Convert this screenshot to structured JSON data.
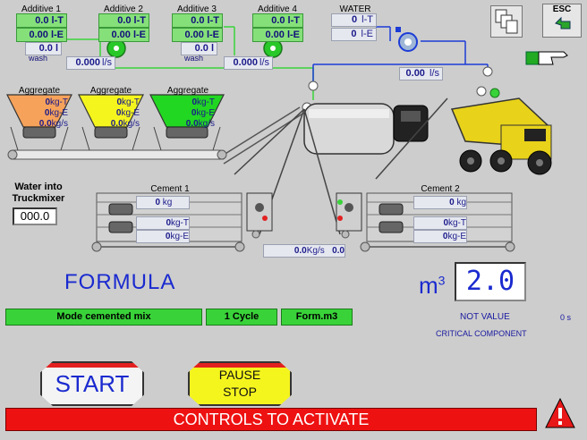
{
  "additives": [
    {
      "title": "Additive 1",
      "lt": "0.0",
      "lt_unit": "l-T",
      "le": "0.00",
      "le_unit": "l-E",
      "l": "0.0",
      "l_unit": "l",
      "note": "wash"
    },
    {
      "title": "Additive 2",
      "lt": "0.0",
      "lt_unit": "l-T",
      "le": "0.00",
      "le_unit": "l-E"
    },
    {
      "title": "Additive 3",
      "lt": "0.0",
      "lt_unit": "l-T",
      "le": "0.00",
      "le_unit": "l-E",
      "l": "0.0",
      "l_unit": "l",
      "note": "wash"
    },
    {
      "title": "Additive 4",
      "lt": "0.0",
      "lt_unit": "l-T",
      "le": "0.00",
      "le_unit": "l-E"
    }
  ],
  "additive_flows": [
    {
      "value": "0.000",
      "unit": "l/s"
    },
    {
      "value": "0.000",
      "unit": "l/s"
    }
  ],
  "water": {
    "title": "WATER",
    "lt": "0",
    "lt_unit": "l-T",
    "le": "0",
    "le_unit": "l-E",
    "flow": "0.00",
    "flow_unit": "l/s"
  },
  "aggregates": [
    {
      "title": "Aggregate",
      "kgt": "0",
      "kgt_unit": "kg-T",
      "kge": "0",
      "kge_unit": "kg-E",
      "kgs": "0.0",
      "kgs_unit": "kg/s",
      "color": "#f6a25a"
    },
    {
      "title": "Aggregate",
      "kgt": "0",
      "kgt_unit": "kg-T",
      "kge": "0",
      "kge_unit": "kg-E",
      "kgs": "0.0",
      "kgs_unit": "kg/s",
      "color": "#f5f51e"
    },
    {
      "title": "Aggregate",
      "kgt": "0",
      "kgt_unit": "kg-T",
      "kge": "0",
      "kge_unit": "kg-E",
      "kgs": "0.0",
      "kgs_unit": "kg/s",
      "color": "#22d722"
    }
  ],
  "water_truckmixer": {
    "label_line1": "Water into",
    "label_line2": "Truckmixer",
    "value": "000.0"
  },
  "cement": [
    {
      "title": "Cement 1",
      "kg": "0",
      "kg_unit": "kg",
      "kgt": "0",
      "kgt_unit": "kg-T",
      "kge": "0",
      "kge_unit": "kg-E"
    },
    {
      "title": "Cement 2",
      "kg": "0",
      "kg_unit": "kg",
      "kgt": "0",
      "kgt_unit": "kg-T",
      "kge": "0",
      "kge_unit": "kg-E"
    }
  ],
  "cement_flow": {
    "value": "0.0",
    "unit": "Kg/s",
    "value2": "0.0"
  },
  "formula": {
    "label": "FORMULA",
    "unit_base": "m",
    "unit_exp": "3",
    "value": "2.0"
  },
  "status_bar": {
    "mode": "Mode cemented mix",
    "cycle": "1 Cycle",
    "form": "Form.m3"
  },
  "warning": {
    "not_value": "NOT VALUE",
    "time": "0 s",
    "critical": "CRITICAL COMPONENT"
  },
  "buttons": {
    "start": "START",
    "pause": "PAUSE",
    "stop": "STOP",
    "esc": "ESC"
  },
  "footer": {
    "message": "CONTROLS TO ACTIVATE"
  },
  "colors": {
    "bg": "#cdcdcd",
    "alarm": "#ee1111",
    "green": "#39d339",
    "blue_text": "#10107a"
  }
}
